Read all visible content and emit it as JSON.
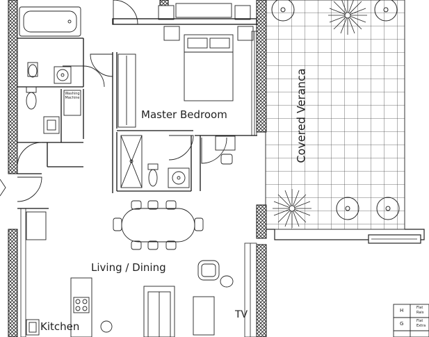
{
  "rooms": {
    "master_bedroom": "Master Bedroom",
    "covered_veranda": "Covered Veranca",
    "living_dining": "Living / Dining",
    "kitchen": "Kitchen",
    "tv": "TV"
  },
  "appliance_labels": {
    "washing_machine": "Washing Machine",
    "washing_line1": "Washing",
    "washing_line2": "Machine"
  },
  "legend": [
    {
      "code": "H",
      "line1": "Flat",
      "line2": "Rais"
    },
    {
      "code": "G",
      "line1": "Flat",
      "line2": "Extra"
    },
    {
      "code": "",
      "line1": "",
      "line2": ""
    }
  ],
  "colors": {
    "wall": "#1a1a1a",
    "hatch": "#2b2b2b",
    "line": "#222222",
    "tile": "#444444",
    "background": "#ffffff"
  }
}
